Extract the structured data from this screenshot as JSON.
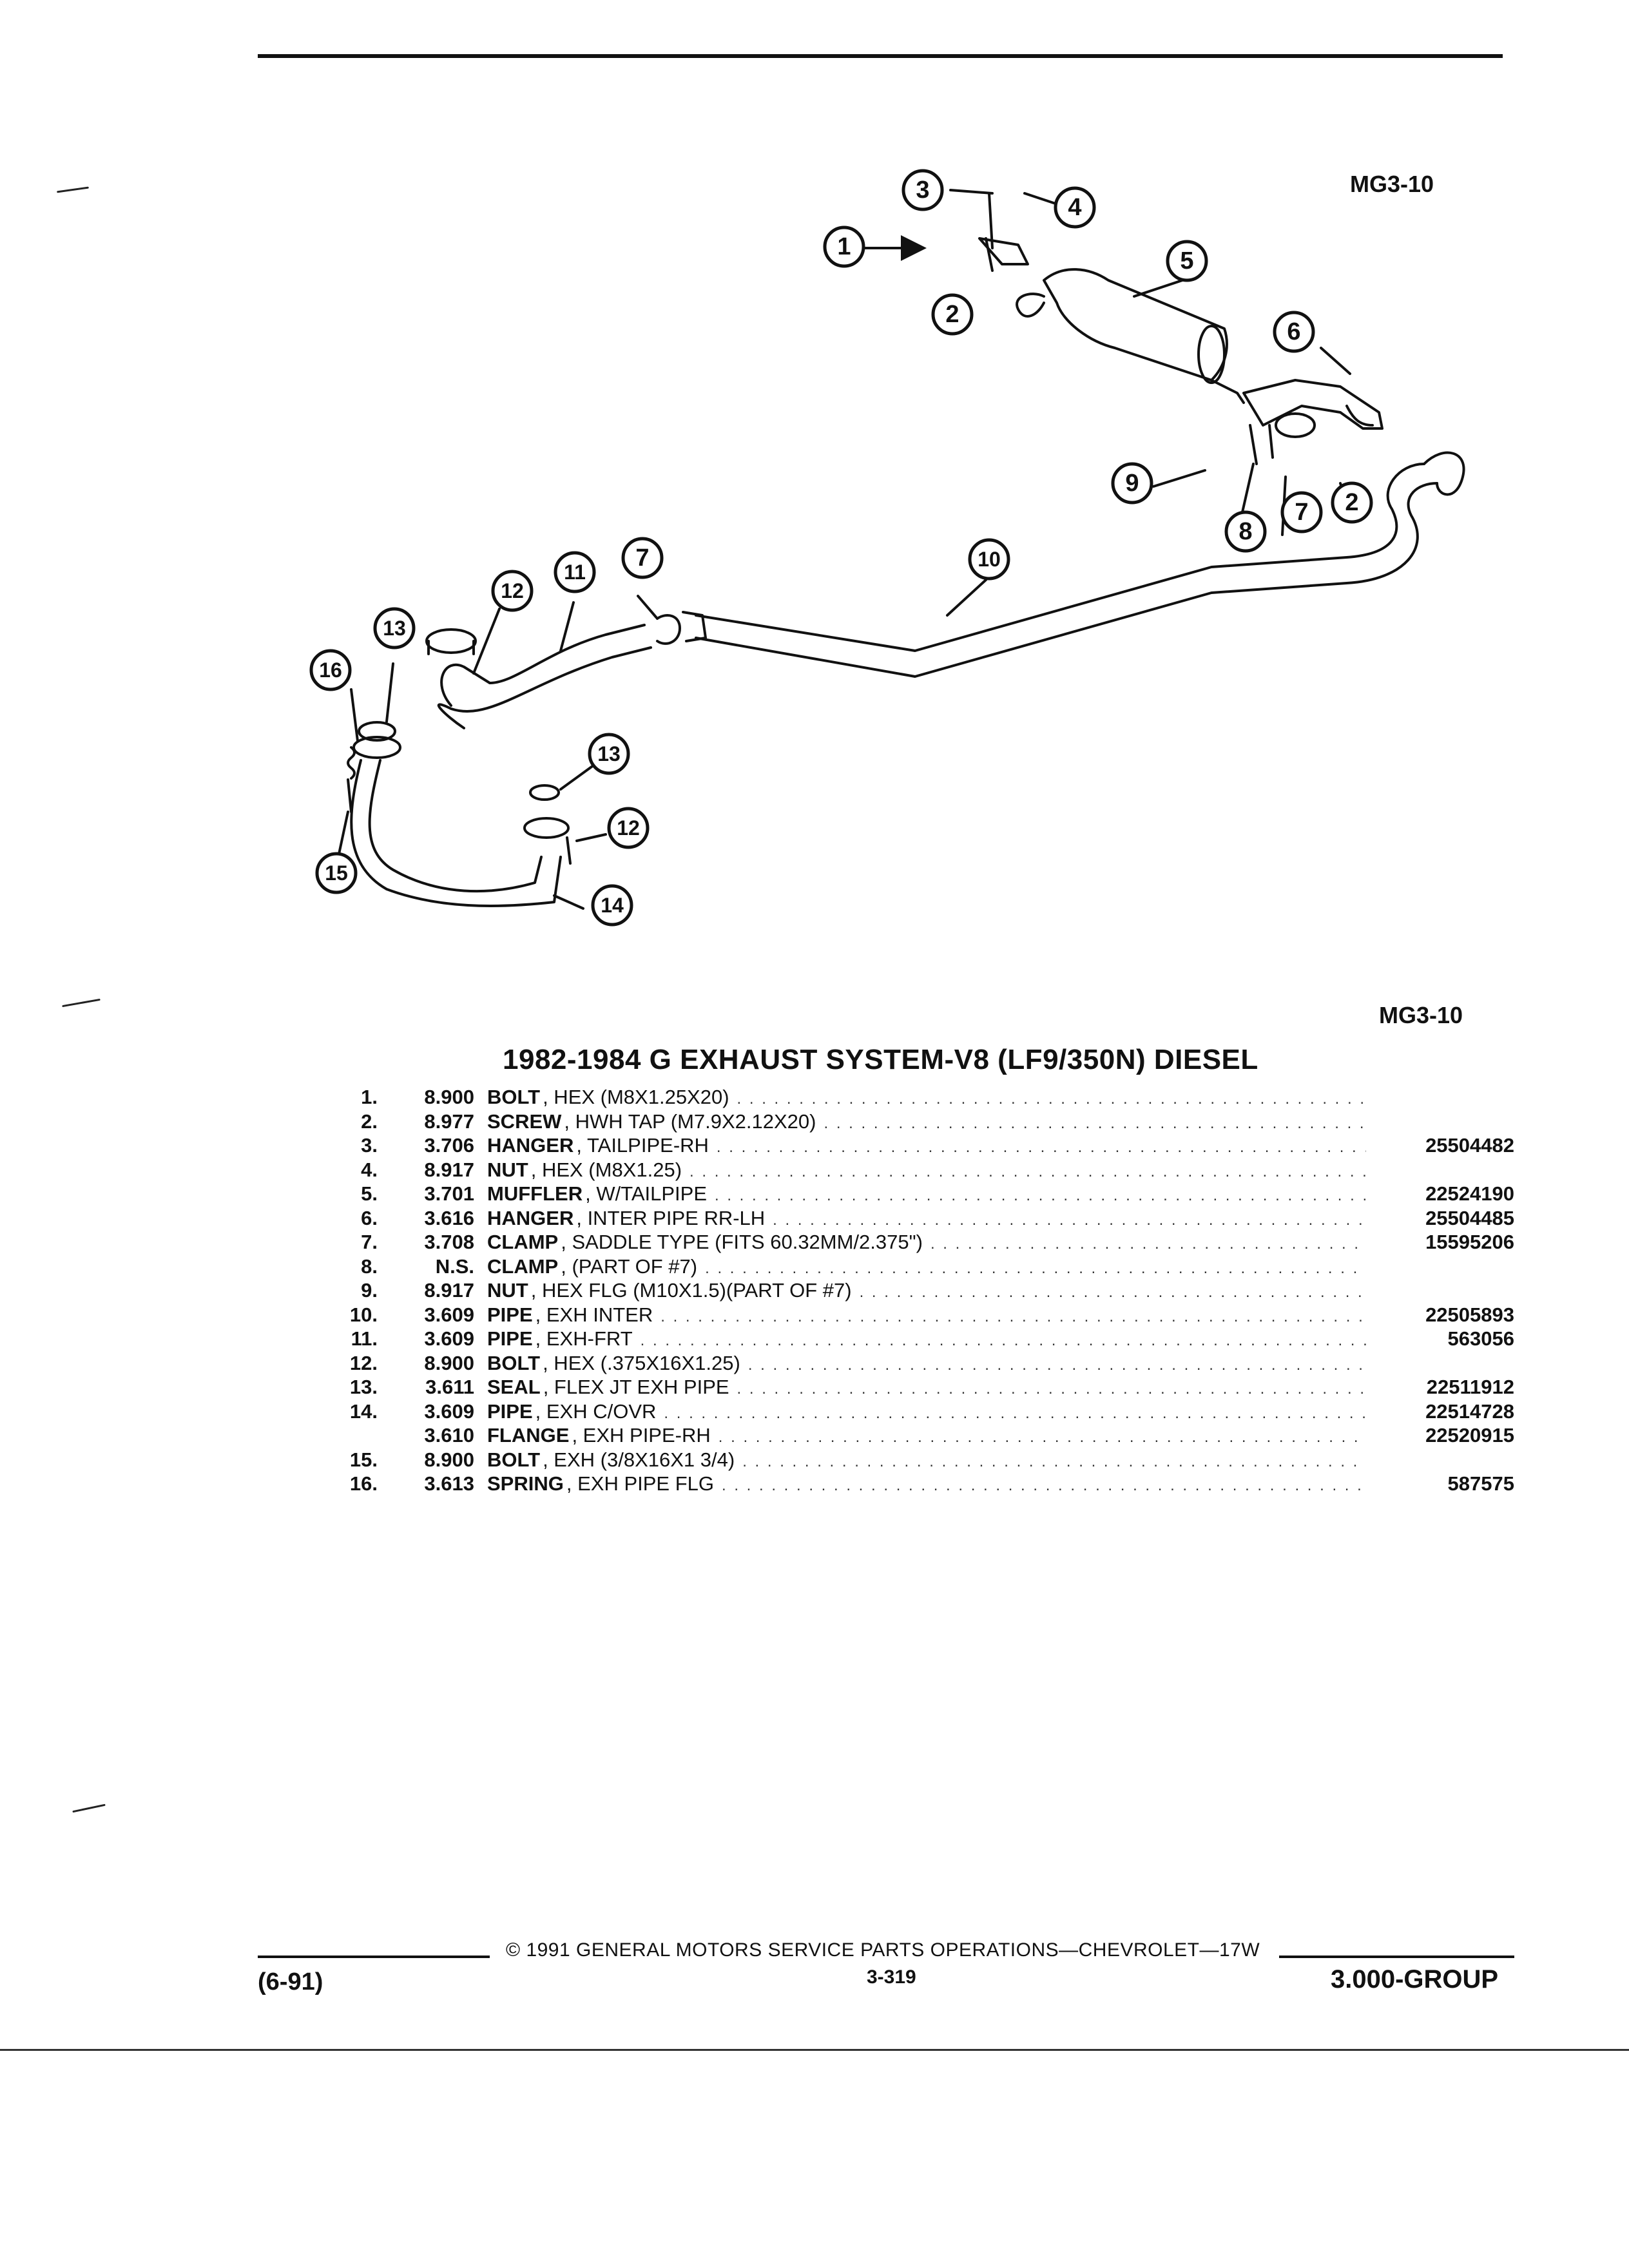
{
  "figure": {
    "code_top": "MG3-10",
    "code_bottom": "MG3-10",
    "callouts": [
      "1",
      "2",
      "3",
      "4",
      "5",
      "6",
      "7",
      "8",
      "9",
      "10",
      "11",
      "12",
      "13",
      "14",
      "15",
      "16"
    ]
  },
  "title": "1982-1984 G EXHAUST SYSTEM-V8 (LF9/350N) DIESEL",
  "parts": [
    {
      "num": "1.",
      "group": "8.900",
      "name": "BOLT",
      "desc": ", HEX (M8X1.25X20)",
      "part_no": ""
    },
    {
      "num": "2.",
      "group": "8.977",
      "name": "SCREW",
      "desc": ", HWH TAP (M7.9X2.12X20)",
      "part_no": ""
    },
    {
      "num": "3.",
      "group": "3.706",
      "name": "HANGER",
      "desc": ", TAILPIPE-RH",
      "part_no": "25504482"
    },
    {
      "num": "4.",
      "group": "8.917",
      "name": "NUT",
      "desc": ", HEX (M8X1.25)",
      "part_no": ""
    },
    {
      "num": "5.",
      "group": "3.701",
      "name": "MUFFLER",
      "desc": ", W/TAILPIPE",
      "part_no": "22524190"
    },
    {
      "num": "6.",
      "group": "3.616",
      "name": "HANGER",
      "desc": ", INTER PIPE RR-LH",
      "part_no": "25504485"
    },
    {
      "num": "7.",
      "group": "3.708",
      "name": "CLAMP",
      "desc": ", SADDLE TYPE (FITS 60.32MM/2.375\")",
      "part_no": "15595206"
    },
    {
      "num": "8.",
      "group": "N.S.",
      "name": "CLAMP",
      "desc": ", (PART OF #7)",
      "part_no": ""
    },
    {
      "num": "9.",
      "group": "8.917",
      "name": "NUT",
      "desc": ", HEX FLG (M10X1.5)(PART OF #7)",
      "part_no": ""
    },
    {
      "num": "10.",
      "group": "3.609",
      "name": "PIPE",
      "desc": ", EXH INTER",
      "part_no": "22505893"
    },
    {
      "num": "11.",
      "group": "3.609",
      "name": "PIPE",
      "desc": ", EXH-FRT",
      "part_no": "563056"
    },
    {
      "num": "12.",
      "group": "8.900",
      "name": "BOLT",
      "desc": ", HEX (.375X16X1.25)",
      "part_no": ""
    },
    {
      "num": "13.",
      "group": "3.611",
      "name": "SEAL",
      "desc": ", FLEX JT EXH PIPE",
      "part_no": "22511912"
    },
    {
      "num": "14.",
      "group": "3.609",
      "name": "PIPE",
      "desc": ", EXH C/OVR",
      "part_no": "22514728"
    },
    {
      "num": "",
      "group": "3.610",
      "name": "FLANGE",
      "desc": ", EXH PIPE-RH",
      "part_no": "22520915"
    },
    {
      "num": "15.",
      "group": "8.900",
      "name": "BOLT",
      "desc": ", EXH (3/8X16X1 3/4)",
      "part_no": ""
    },
    {
      "num": "16.",
      "group": "3.613",
      "name": "SPRING",
      "desc": ", EXH PIPE FLG",
      "part_no": "587575"
    }
  ],
  "footer": {
    "date": "(6-91)",
    "copyright": "© 1991 GENERAL MOTORS SERVICE PARTS OPERATIONS—CHEVROLET—17W",
    "page": "3-319",
    "group": "3.000-GROUP"
  }
}
